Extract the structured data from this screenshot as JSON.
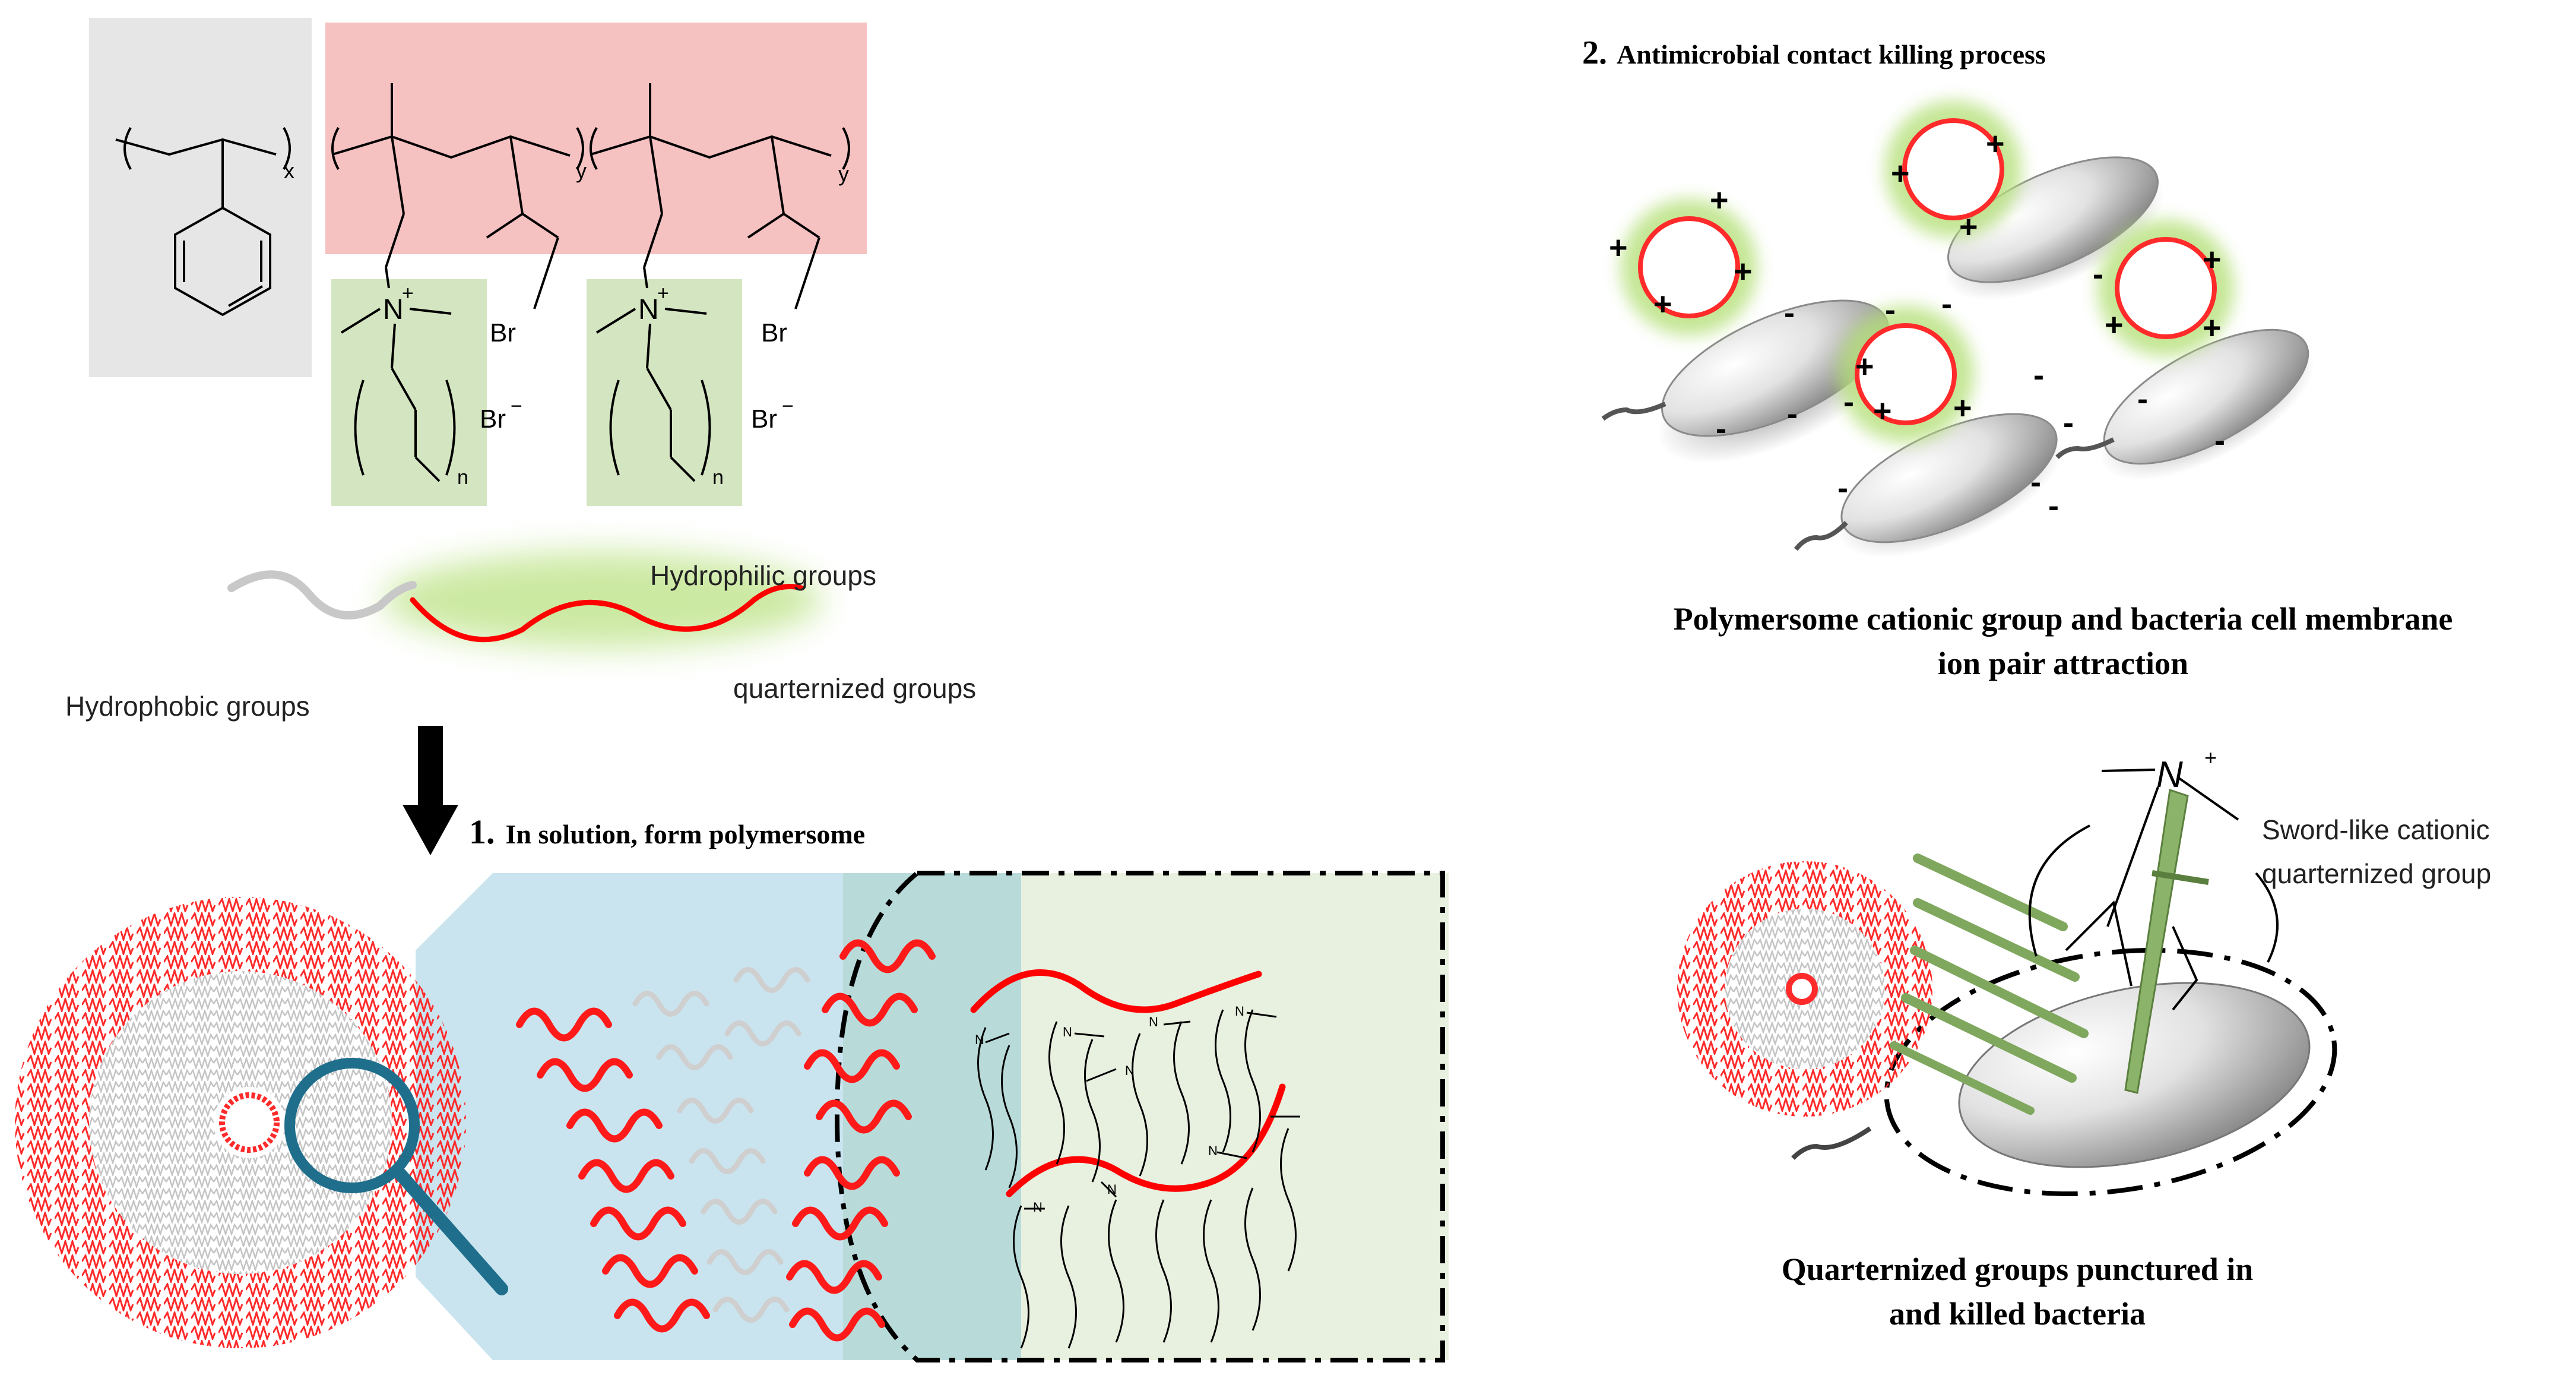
{
  "chemistry": {
    "sub_x": "x",
    "sub_y1": "y",
    "sub_y2": "y",
    "n_plus_1": "N",
    "plus_1": "+",
    "n_plus_2": "N",
    "plus_2": "+",
    "br_1": "Br",
    "br_2": "Br",
    "br_minus_1": "Br",
    "minus_1": "−",
    "br_minus_2": "Br",
    "minus_2": "−",
    "sub_n1": "n",
    "sub_n2": "n"
  },
  "chain": {
    "hydrophilic": "Hydrophilic groups",
    "quaternized": "quarternized groups",
    "hydrophobic": "Hydrophobic groups"
  },
  "step1": {
    "num": "1.",
    "text": "In solution, form polymersome"
  },
  "step2": {
    "num": "2.",
    "text": "Antimicrobial contact killing process",
    "caption_line1": "Polymersome cationic group and bacteria cell membrane",
    "caption_line2": "ion pair attraction"
  },
  "killing": {
    "n_label": "N",
    "plus": "+",
    "sword_line1": "Sword-like cationic",
    "sword_line2": "quarternized group",
    "caption_line1": "Quarternized  groups punctured in",
    "caption_line2": "and killed bacteria"
  },
  "colors": {
    "hydrophobic_bg": "#e6e6e6",
    "cationic_bg": "#f6c1c1",
    "ammonium_bg": "#d4e6c1",
    "red_chain": "#ff0000",
    "gray_chain": "#c8c8c8",
    "blue_panel": "#c9e4ef",
    "green_panel": "#e8f0df",
    "lens": "#1f6e8c",
    "glow": "#b6e07a"
  }
}
